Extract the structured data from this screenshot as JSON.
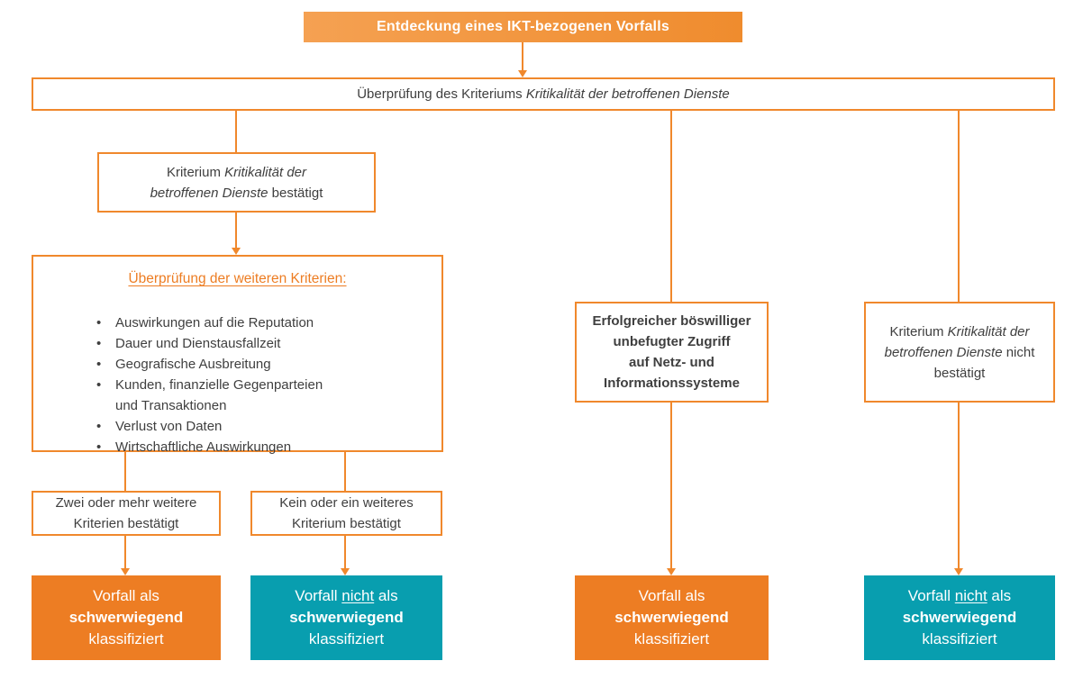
{
  "colors": {
    "orange": "#ED7D23",
    "orange_light": "#F5A152",
    "teal": "#089EAF",
    "line": "#F0882C",
    "text": "#3F3F3F"
  },
  "flowchart": {
    "start": {
      "label": "Entdeckung eines IKT-bezogenen Vorfalls"
    },
    "review": {
      "segments": [
        {
          "text": "Überprüfung des Kriteriums "
        },
        {
          "text": "Kritikalität der betroffenen Dienste",
          "italic": true
        }
      ]
    },
    "confirmed": {
      "segments": [
        {
          "text": "Kriterium "
        },
        {
          "text": "Kritikalität der betroffenen Dienste",
          "italic": true
        },
        {
          "text": " bestätigt"
        }
      ]
    },
    "further": {
      "title": "Überprüfung der weiteren Kriterien:",
      "bullets": [
        "Auswirkungen auf die Reputation",
        "Dauer und Dienstausfallzeit",
        "Geografische Ausbreitung",
        "Kunden, finanzielle Gegenparteien und Transaktionen",
        "Verlust von Daten",
        "Wirtschaftliche Auswirkungen"
      ]
    },
    "two_or_more": {
      "label": "Zwei oder mehr weitere Kriterien bestätigt"
    },
    "none_or_one": {
      "label": "Kein oder ein weiteres Kriterium bestätigt"
    },
    "malicious": {
      "lines": [
        "Erfolgreicher böswilliger",
        "unbefugter Zugriff",
        "auf Netz- und",
        "Informationssysteme"
      ]
    },
    "not_confirmed": {
      "segments": [
        {
          "text": "Kriterium "
        },
        {
          "text": "Kritikalität der betroffenen Dienste",
          "italic": true
        },
        {
          "text": " nicht bestätigt"
        }
      ]
    },
    "results": {
      "severe_left": {
        "lines": [
          [
            {
              "text": "Vorfall als"
            }
          ],
          [
            {
              "text": "schwerwiegend",
              "bold": true
            }
          ],
          [
            {
              "text": "klassifiziert"
            }
          ]
        ]
      },
      "not_severe_left": {
        "lines": [
          [
            {
              "text": "Vorfall "
            },
            {
              "text": "nicht",
              "underline": true
            },
            {
              "text": " als"
            }
          ],
          [
            {
              "text": "schwerwiegend",
              "bold": true
            }
          ],
          [
            {
              "text": "klassifiziert"
            }
          ]
        ]
      },
      "severe_mid": {
        "lines": [
          [
            {
              "text": "Vorfall als"
            }
          ],
          [
            {
              "text": "schwerwiegend",
              "bold": true
            }
          ],
          [
            {
              "text": "klassifiziert"
            }
          ]
        ]
      },
      "not_severe_right": {
        "lines": [
          [
            {
              "text": "Vorfall "
            },
            {
              "text": "nicht",
              "underline": true
            },
            {
              "text": " als"
            }
          ],
          [
            {
              "text": "schwerwiegend",
              "bold": true
            }
          ],
          [
            {
              "text": "klassifiziert"
            }
          ]
        ]
      }
    }
  }
}
